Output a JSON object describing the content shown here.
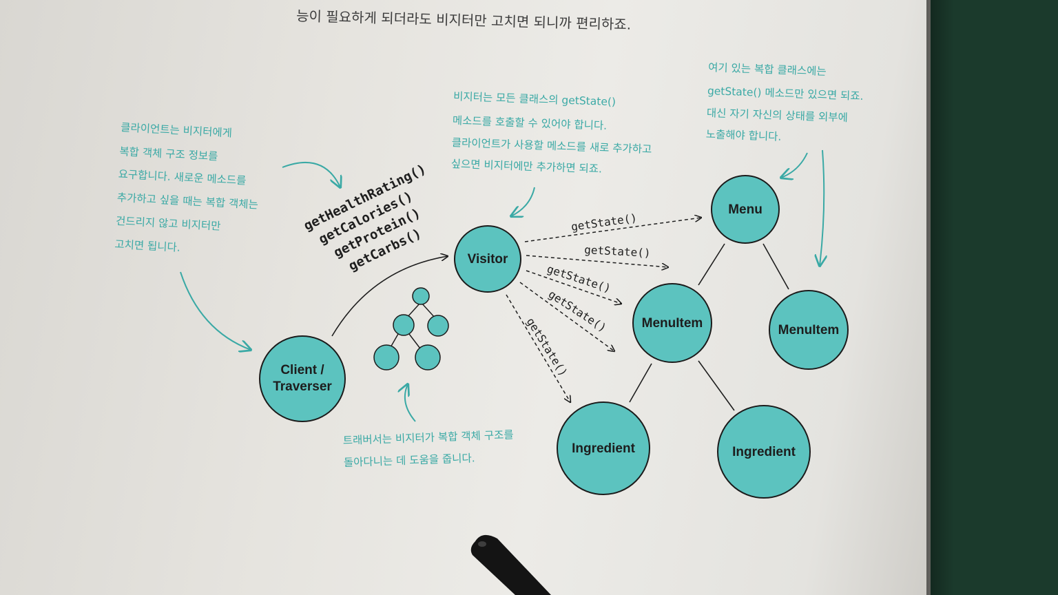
{
  "top_text": "능이 필요하게 되더라도 비지터만 고치면 되니까 편리하죠.",
  "notes": {
    "client": [
      "클라이언트는 비지터에게",
      "복합 객체 구조 정보를",
      "요구합니다. 새로운 메소드를",
      "추가하고 싶을 때는 복합 객체는",
      "건드리지 않고 비지터만",
      "고치면 됩니다."
    ],
    "visitor": [
      "비지터는 모든 클래스의 getState()",
      "메소드를 호출할 수 있어야 합니다.",
      "클라이언트가 사용할 메소드를 새로 추가하고",
      "싶으면 비지터에만 추가하면 되죠."
    ],
    "composite": [
      "여기 있는 복합 클래스에는",
      "getState() 메소드만 있으면 되죠.",
      "대신 자기 자신의 상태를 외부에",
      "노출해야 합니다."
    ],
    "traverser": [
      "트래버서는 비지터가 복합 객체 구조를",
      "돌아다니는 데 도움을 줍니다."
    ]
  },
  "methods": [
    "getHealthRating()",
    "getCalories()",
    "getProtein()",
    "getCarbs()"
  ],
  "messages": [
    "getState()",
    "getState()",
    "getState()",
    "getState()",
    "getState()"
  ],
  "nodes": {
    "client_line1": "Client /",
    "client_line2": "Traverser",
    "visitor": "Visitor",
    "menu": "Menu",
    "menuitem_left": "MenuItem",
    "menuitem_right": "MenuItem",
    "ingredient_left": "Ingredient",
    "ingredient_right": "Ingredient"
  },
  "colors": {
    "node_fill": "#5cc3bf",
    "node_stroke": "#1b1b1b",
    "note": "#3aa9a5",
    "page": "#e8e6e1"
  }
}
